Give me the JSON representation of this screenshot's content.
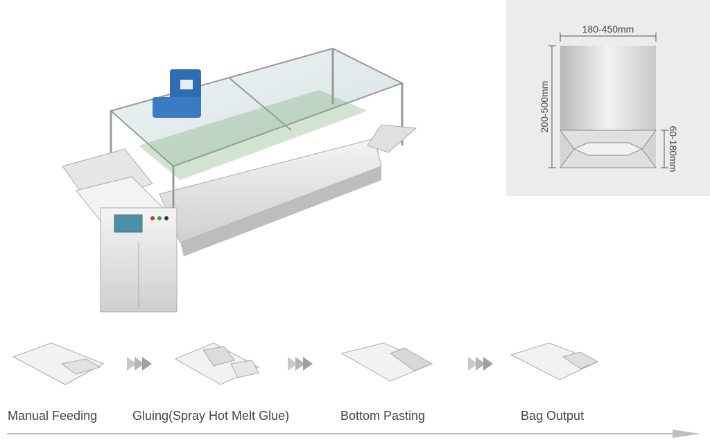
{
  "dimensions": {
    "width_label": "180-450mm",
    "height_label": "200-500mm",
    "bottom_label": "60-180mm"
  },
  "process": {
    "steps": [
      {
        "label": "Manual Feeding",
        "icon": "bag-sheet-icon"
      },
      {
        "label": "Gluing(Spray Hot Melt Glue)",
        "icon": "bag-glue-icon"
      },
      {
        "label": "Bottom Pasting",
        "icon": "bag-folded-icon"
      },
      {
        "label": "Bag Output",
        "icon": "bag-finished-icon"
      }
    ]
  },
  "colors": {
    "panel_bg": "#ececec",
    "machine_blue": "#2e6db3",
    "arrow_gray": "#c8c8c8",
    "line_gray": "#bdbdbd"
  }
}
